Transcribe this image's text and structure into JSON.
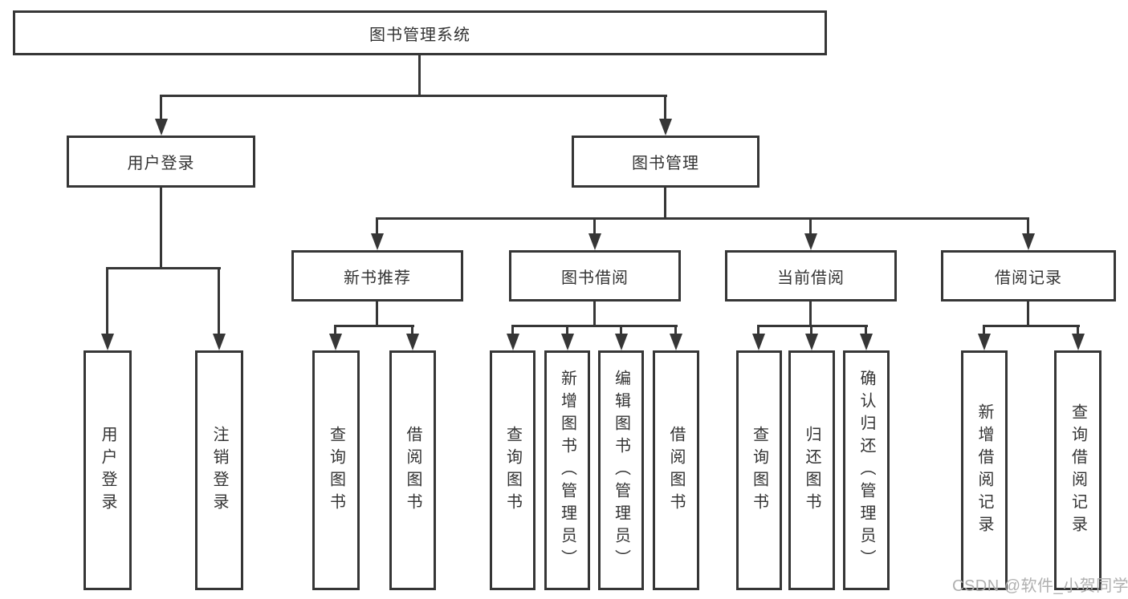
{
  "page": {
    "watermark": "CSDN @软件_小贺同学",
    "colors": {
      "line": "#363636",
      "text": "#333333",
      "box_fill": "#ffffff",
      "background": "#ffffff",
      "watermark": "#b0b0b0"
    }
  },
  "tree": {
    "root": {
      "label": "图书管理系统"
    },
    "branches": [
      {
        "label": "用户登录",
        "children": [
          {
            "label": "用户登录"
          },
          {
            "label": "注销登录"
          }
        ]
      },
      {
        "label": "图书管理",
        "children": [
          {
            "label": "新书推荐",
            "children": [
              {
                "label": "查询图书"
              },
              {
                "label": "借阅图书"
              }
            ]
          },
          {
            "label": "图书借阅",
            "children": [
              {
                "label": "查询图书"
              },
              {
                "label": "新增图书（管理员）"
              },
              {
                "label": "编辑图书（管理员）"
              },
              {
                "label": "借阅图书"
              }
            ]
          },
          {
            "label": "当前借阅",
            "children": [
              {
                "label": "查询图书"
              },
              {
                "label": "归还图书"
              },
              {
                "label": "确认归还（管理员）"
              }
            ]
          },
          {
            "label": "借阅记录",
            "children": [
              {
                "label": "新增借阅记录"
              },
              {
                "label": "查询借阅记录"
              }
            ]
          }
        ]
      }
    ]
  }
}
